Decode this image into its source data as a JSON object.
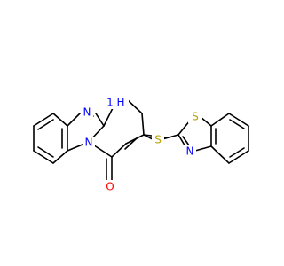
{
  "atoms": {
    "NH": {
      "text": "H",
      "sub": "1",
      "color": "#0000ff",
      "prefix": "N"
    },
    "N1": {
      "text": "N",
      "color": "#0000ff"
    },
    "N2": {
      "text": "N",
      "color": "#0000ff"
    },
    "N3": {
      "text": "N",
      "color": "#0000ff"
    },
    "O": {
      "text": "O",
      "color": "#ff0000"
    },
    "S1": {
      "text": "S",
      "color": "#b8a000"
    },
    "S2": {
      "text": "S",
      "color": "#b8a000"
    }
  },
  "colors": {
    "bond": "#000000",
    "background": "#ffffff"
  }
}
